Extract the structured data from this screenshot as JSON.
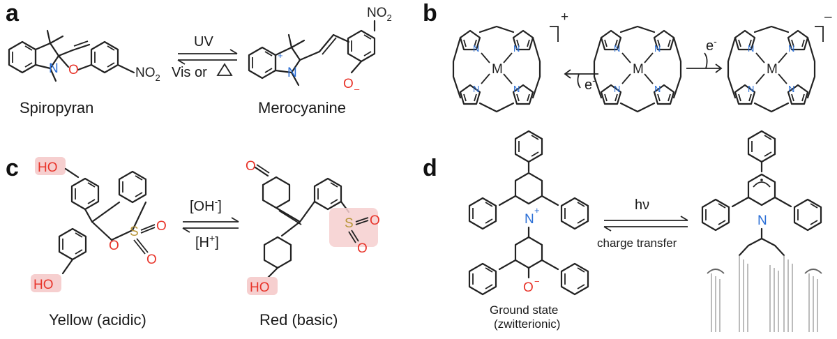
{
  "panels": {
    "a": {
      "letter": "a",
      "left_caption": "Spiropyran",
      "right_caption": "Merocyanine",
      "arrow_top": "UV",
      "arrow_bottom": "Vis or",
      "nitro_left": "NO",
      "nitro_right": "NO",
      "sub2": "2",
      "oxygen": "O",
      "nitrogen": "N",
      "plus": "+",
      "minus": "–"
    },
    "b": {
      "letter": "b",
      "metal": "M",
      "nitrogen": "N",
      "left_charge": "+",
      "right_charge": "–",
      "left_arrow_label": "e",
      "right_arrow_label": "e",
      "minus": "-"
    },
    "c": {
      "letter": "c",
      "left_caption": "Yellow (acidic)",
      "right_caption": "Red (basic)",
      "arrow_top": "[OH",
      "arrow_top_sup": "-",
      "arrow_top_end": "]",
      "arrow_bottom": "[H",
      "arrow_bottom_sup": "+",
      "arrow_bottom_end": "]",
      "ho": "HO",
      "o": "O",
      "s": "S"
    },
    "d": {
      "letter": "d",
      "arrow_top": "hν",
      "arrow_bottom": "charge transfer",
      "caption_line1": "Ground state",
      "caption_line2": "(zwitterionic)",
      "nitrogen": "N",
      "oxygen": "O",
      "plus": "+",
      "minus": "−"
    }
  },
  "colors": {
    "ink": "#222222",
    "oxygen": "#e8342a",
    "nitrogen": "#2b6fd6",
    "sulfur": "#b8963a",
    "highlight": "#f6cfcf"
  }
}
